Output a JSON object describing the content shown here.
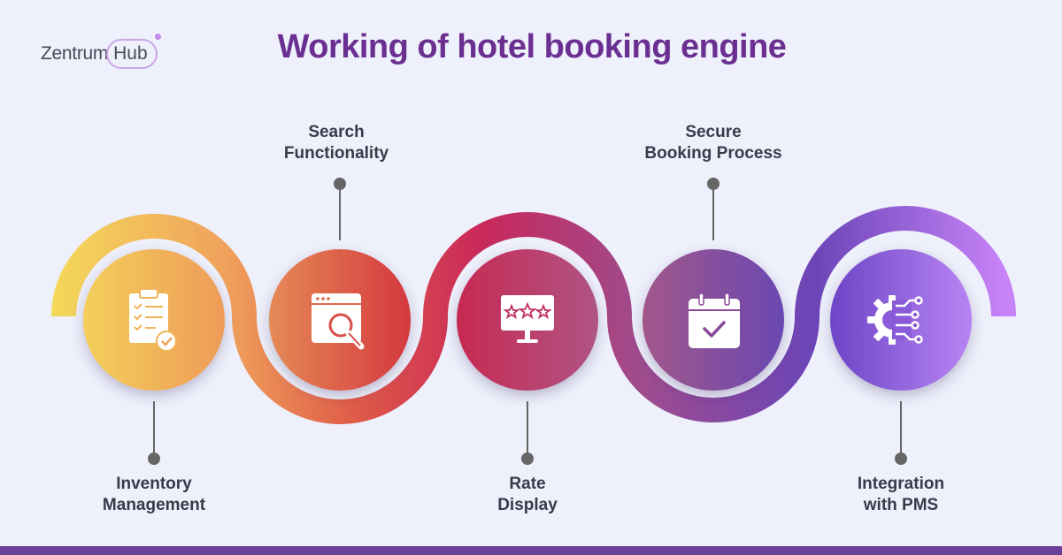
{
  "logo": {
    "word1": "Zentrum",
    "word2": "Hub"
  },
  "title": "Working of hotel booking engine",
  "steps": [
    {
      "line1": "Inventory",
      "line2": "Management",
      "icon": "clipboard-check-icon"
    },
    {
      "line1": "Search",
      "line2": "Functionality",
      "icon": "browser-search-icon"
    },
    {
      "line1": "Rate",
      "line2": "Display",
      "icon": "monitor-stars-icon"
    },
    {
      "line1": "Secure",
      "line2": "Booking Process",
      "icon": "calendar-check-icon"
    },
    {
      "line1": "Integration",
      "line2": "with PMS",
      "icon": "gear-circuit-icon"
    }
  ],
  "colors": {
    "title": "#6b2f91",
    "gradient": [
      "#f3d45a",
      "#ef9c5a",
      "#d8463f",
      "#b52a63",
      "#8a3c98",
      "#7b4fd0",
      "#c083f7"
    ],
    "footer": "#6a3f96"
  }
}
